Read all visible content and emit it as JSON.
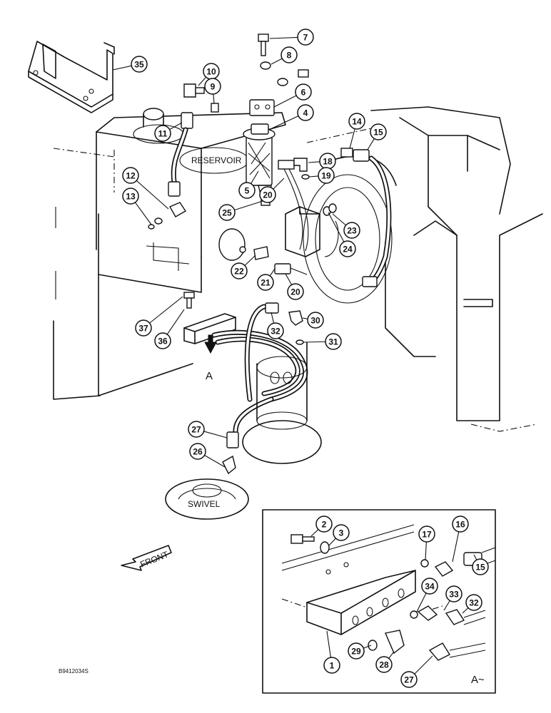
{
  "labels": {
    "reservoir": "RESERVOIR",
    "swivel": "SWIVEL",
    "front": "FRONT",
    "view_a": "A",
    "detail_a": "A~",
    "drawing_code": "B9412034S"
  },
  "callouts": [
    {
      "id": "c35",
      "n": "35"
    },
    {
      "id": "c7",
      "n": "7"
    },
    {
      "id": "c8",
      "n": "8"
    },
    {
      "id": "c10",
      "n": "10"
    },
    {
      "id": "c9",
      "n": "9"
    },
    {
      "id": "c6",
      "n": "6"
    },
    {
      "id": "c4",
      "n": "4"
    },
    {
      "id": "c14",
      "n": "14"
    },
    {
      "id": "c15",
      "n": "15"
    },
    {
      "id": "c11",
      "n": "11"
    },
    {
      "id": "c18",
      "n": "18"
    },
    {
      "id": "c19",
      "n": "19"
    },
    {
      "id": "c12",
      "n": "12"
    },
    {
      "id": "c5",
      "n": "5"
    },
    {
      "id": "c20a",
      "n": "20"
    },
    {
      "id": "c13",
      "n": "13"
    },
    {
      "id": "c25",
      "n": "25"
    },
    {
      "id": "c23",
      "n": "23"
    },
    {
      "id": "c24",
      "n": "24"
    },
    {
      "id": "c22",
      "n": "22"
    },
    {
      "id": "c21",
      "n": "21"
    },
    {
      "id": "c20b",
      "n": "20"
    },
    {
      "id": "c30",
      "n": "30"
    },
    {
      "id": "c37",
      "n": "37"
    },
    {
      "id": "c32a",
      "n": "32"
    },
    {
      "id": "c31",
      "n": "31"
    },
    {
      "id": "c36",
      "n": "36"
    },
    {
      "id": "c27a",
      "n": "27"
    },
    {
      "id": "c26",
      "n": "26"
    },
    {
      "id": "c2",
      "n": "2"
    },
    {
      "id": "c3",
      "n": "3"
    },
    {
      "id": "c17",
      "n": "17"
    },
    {
      "id": "c16",
      "n": "16"
    },
    {
      "id": "c15b",
      "n": "15"
    },
    {
      "id": "c34",
      "n": "34"
    },
    {
      "id": "c33",
      "n": "33"
    },
    {
      "id": "c32b",
      "n": "32"
    },
    {
      "id": "c29",
      "n": "29"
    },
    {
      "id": "c28",
      "n": "28"
    },
    {
      "id": "c1",
      "n": "1"
    },
    {
      "id": "c27b",
      "n": "27"
    }
  ]
}
